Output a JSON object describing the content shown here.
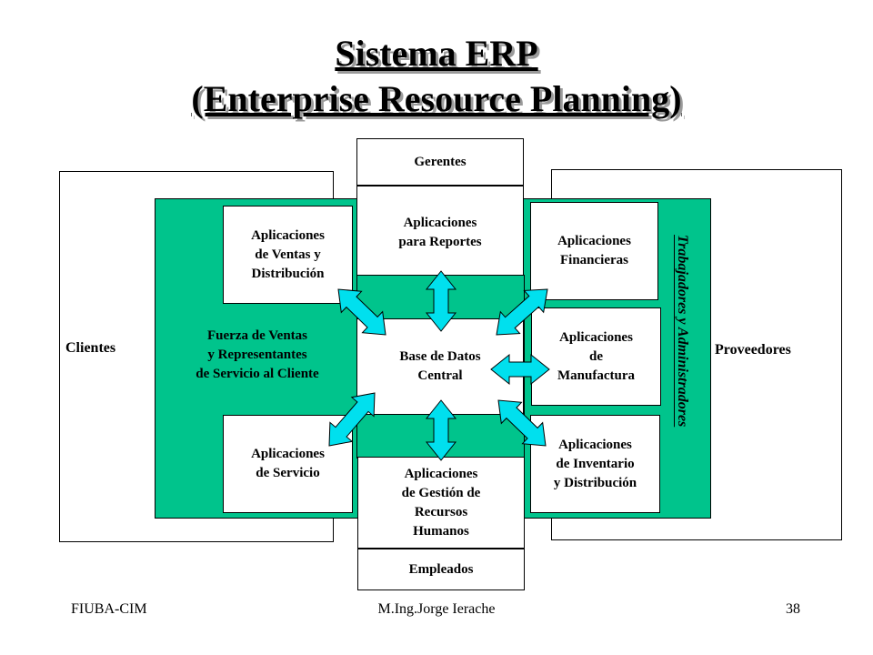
{
  "title": {
    "line1": "Sistema ERP",
    "line2": "(Enterprise Resource Planning)"
  },
  "diagram": {
    "clientes": "Clientes",
    "proveedores": "Proveedores",
    "fuerza_ventas": [
      "Fuerza de Ventas",
      "y Representantes",
      "de Servicio al Cliente"
    ],
    "trabajadores": "Trabajadores y Administradores",
    "gerentes": "Gerentes",
    "empleados": "Empleados",
    "base_datos": [
      "Base de Datos",
      "Central"
    ],
    "app_reportes": [
      "Aplicaciones",
      "para Reportes"
    ],
    "app_rrhh": [
      "Aplicaciones",
      "de Gestión de",
      "Recursos",
      "Humanos"
    ],
    "app_ventas": [
      "Aplicaciones",
      "de Ventas y",
      "Distribución"
    ],
    "app_servicio": [
      "Aplicaciones",
      "de Servicio"
    ],
    "app_financieras": [
      "Aplicaciones",
      "Financieras"
    ],
    "app_manufactura": [
      "Aplicaciones",
      "de",
      "Manufactura"
    ],
    "app_inventario": [
      "Aplicaciones",
      "de Inventario",
      "y Distribución"
    ],
    "arrow_color": "#00e0ee",
    "panel_color": "#00c48c"
  },
  "footer": {
    "left": "FIUBA-CIM",
    "center": "M.Ing.Jorge Ierache",
    "page": "38"
  }
}
